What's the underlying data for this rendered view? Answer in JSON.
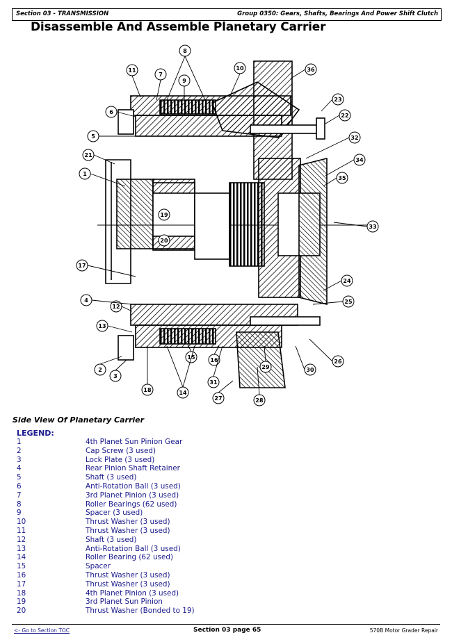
{
  "header": {
    "section": "Section 03 - TRANSMISSION",
    "group": "Group 0350: Gears, Shafts, Bearings And Power Shift Clutch"
  },
  "title": "Disassemble And Assemble Planetary Carrier",
  "figure": {
    "callouts": [
      "1",
      "2",
      "3",
      "4",
      "5",
      "6",
      "7",
      "8",
      "9",
      "10",
      "11",
      "12",
      "13",
      "14",
      "15",
      "16",
      "17",
      "18",
      "19",
      "20",
      "21",
      "22",
      "23",
      "24",
      "25",
      "26",
      "27",
      "28",
      "29",
      "30",
      "31",
      "32",
      "33",
      "34",
      "35",
      "36"
    ]
  },
  "caption": "Side View Of Planetary Carrier",
  "legend": {
    "heading": "LEGEND:",
    "items": [
      {
        "num": "1",
        "desc": "4th Planet Sun Pinion Gear"
      },
      {
        "num": "2",
        "desc": "Cap Screw (3 used)"
      },
      {
        "num": "3",
        "desc": "Lock Plate (3 used)"
      },
      {
        "num": "4",
        "desc": "Rear Pinion Shaft Retainer"
      },
      {
        "num": "5",
        "desc": "Shaft (3 used)"
      },
      {
        "num": "6",
        "desc": "Anti-Rotation Ball (3 used)"
      },
      {
        "num": "7",
        "desc": "3rd Planet Pinion (3 used)"
      },
      {
        "num": "8",
        "desc": "Roller Bearings (62 used)"
      },
      {
        "num": "9",
        "desc": "Spacer (3 used)"
      },
      {
        "num": "10",
        "desc": "Thrust Washer (3 used)"
      },
      {
        "num": "11",
        "desc": "Thrust Washer (3 used)"
      },
      {
        "num": "12",
        "desc": "Shaft (3 used)"
      },
      {
        "num": "13",
        "desc": "Anti-Rotation Ball (3 used)"
      },
      {
        "num": "14",
        "desc": "Roller Bearing (62 used)"
      },
      {
        "num": "15",
        "desc": "Spacer"
      },
      {
        "num": "16",
        "desc": "Thrust Washer (3 used)"
      },
      {
        "num": "17",
        "desc": "Thrust Washer (3 used)"
      },
      {
        "num": "18",
        "desc": "4th Planet Pinion (3 used)"
      },
      {
        "num": "19",
        "desc": "3rd Planet Sun Pinion"
      },
      {
        "num": "20",
        "desc": "Thrust Washer (Bonded to 19)"
      }
    ]
  },
  "footer": {
    "link": "<- Go to Section TOC",
    "page": "Section 03 page 65",
    "doc": "570B Motor Grader Repair"
  }
}
